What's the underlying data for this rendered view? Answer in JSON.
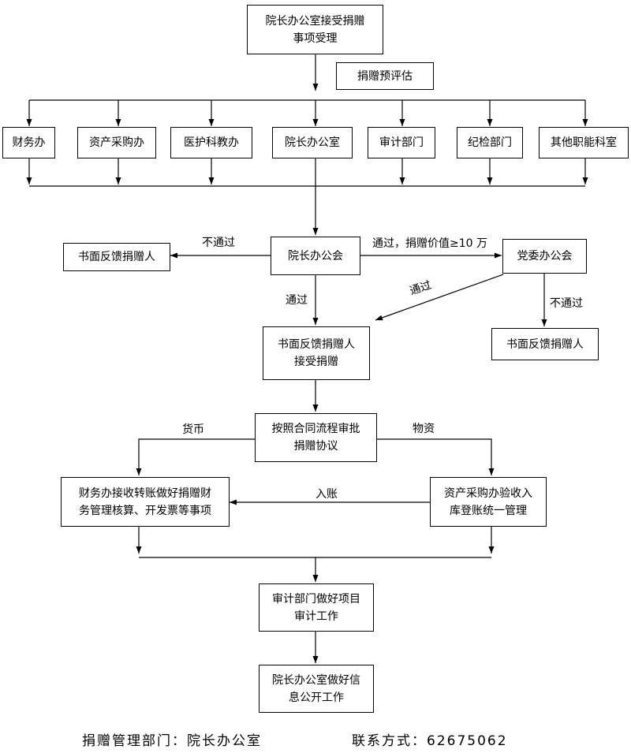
{
  "nodes": {
    "dean_office_accept": [
      "院长办公室接受捐赠",
      "事项受理"
    ],
    "pre_assessment": "捐赠预评估",
    "finance_office": "财务办",
    "asset_procurement_office": "资产采购办",
    "medical_education_office": "医护科教办",
    "dean_office": "院长办公室",
    "audit_department": "审计部门",
    "discipline_department": "纪检部门",
    "other_departments": "其他职能科室",
    "dean_meeting": "院长办公会",
    "written_feedback_left": "书面反馈捐赠人",
    "party_committee_meeting": "党委办公会",
    "written_feedback_right": "书面反馈捐赠人",
    "feedback_accept": [
      "书面反馈捐赠人",
      "接受捐赠"
    ],
    "contract_approval": [
      "按照合同流程审批",
      "捐赠协议"
    ],
    "finance_receive": [
      "财务办接收转账做好捐赠财",
      "务管理核算、开发票等事项"
    ],
    "asset_acceptance": [
      "资产采购办验收入",
      "库登账统一管理"
    ],
    "audit_work": [
      "审计部门做好项目",
      "审计工作"
    ],
    "disclosure": [
      "院长办公室做好信",
      "息公开工作"
    ]
  },
  "edge_labels": {
    "not_passed_left": "不通过",
    "passed_over_100k": "通过，捐赠价值≥10 万",
    "passed_down": "通过",
    "passed_diagonal": "通过",
    "not_passed_right": "不通过",
    "currency": "货币",
    "materials": "物资",
    "enter_account": "入账"
  },
  "footer": {
    "management_department": "捐赠管理部门：院长办公室",
    "contact": "联系方式：62675062"
  }
}
